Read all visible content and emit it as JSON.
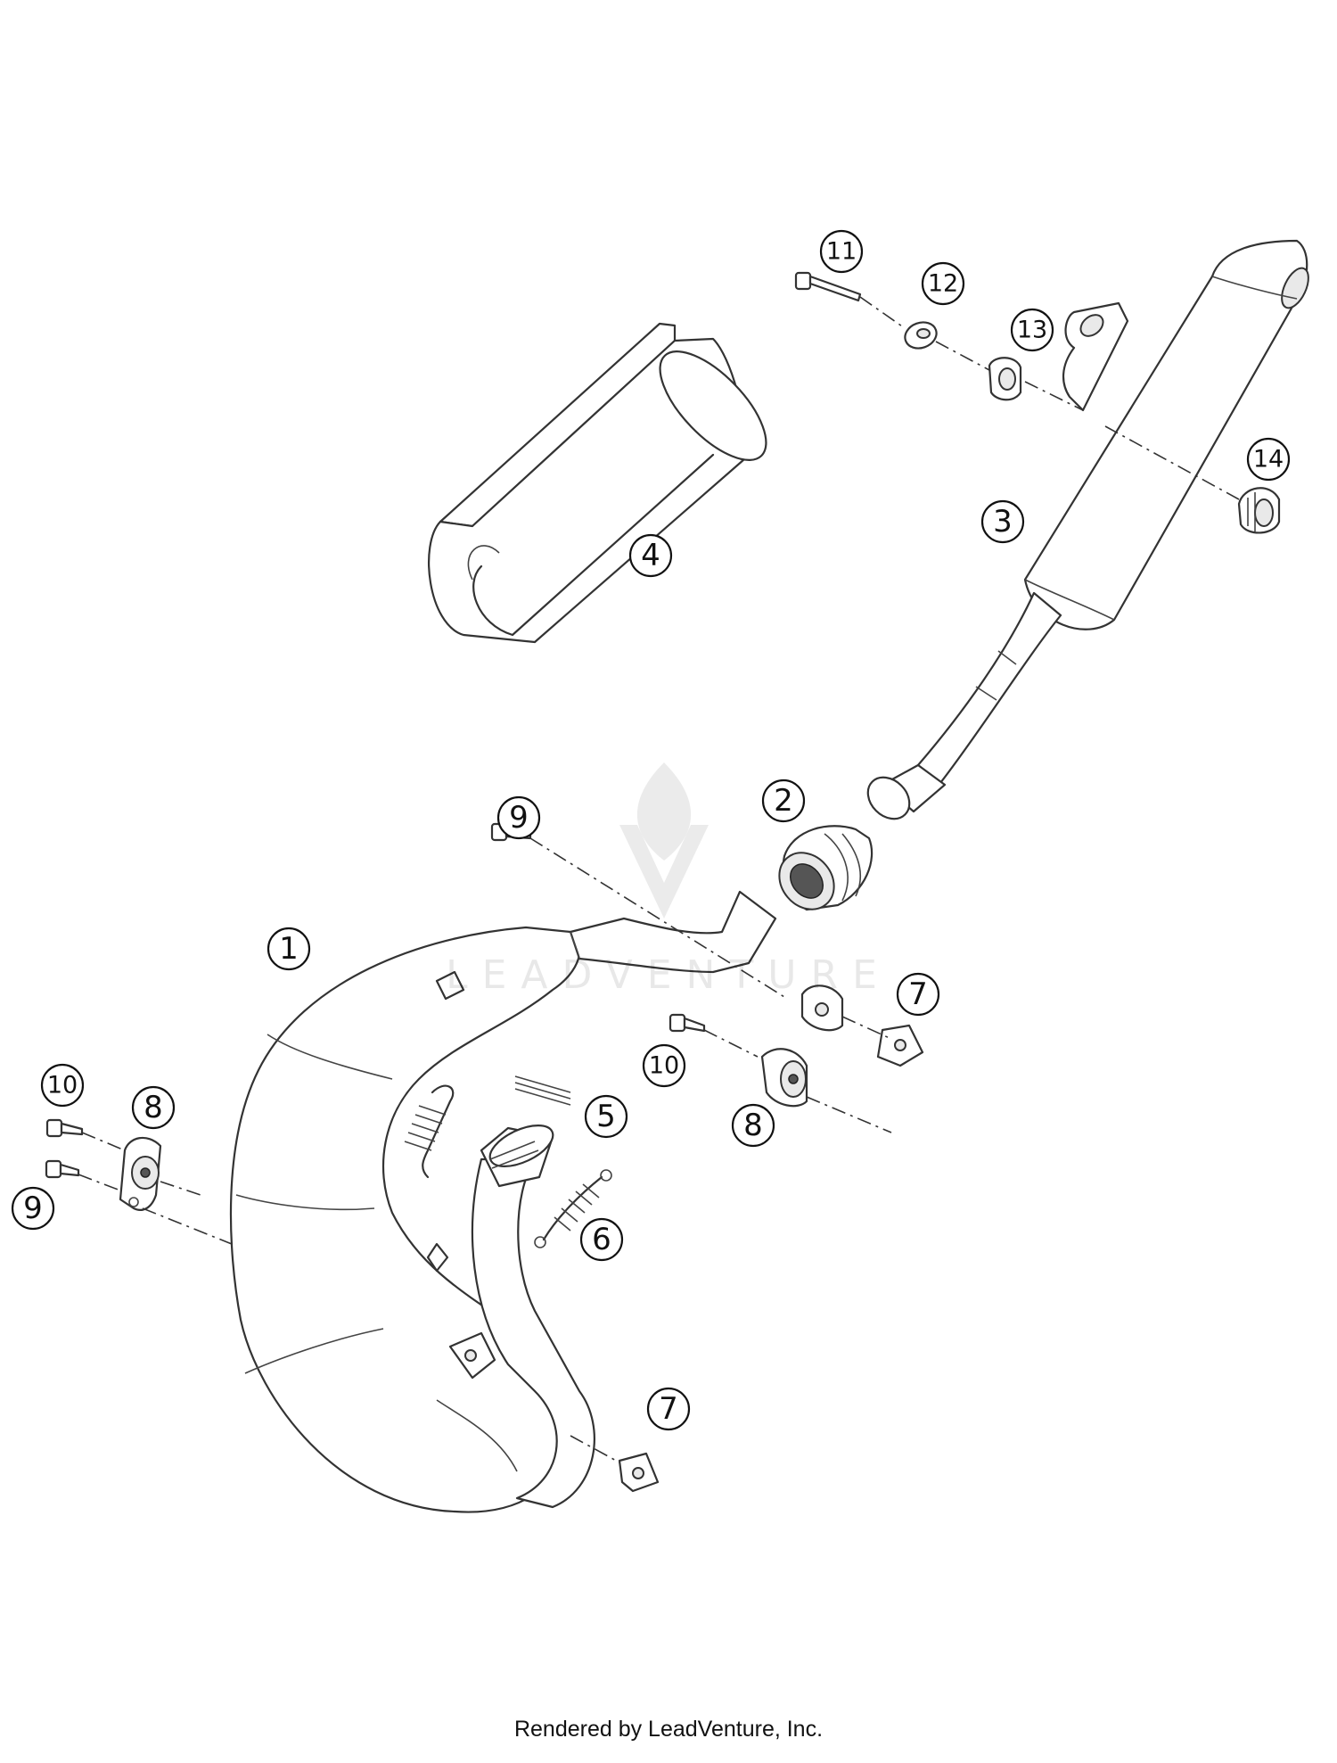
{
  "diagram": {
    "callouts": [
      "1",
      "2",
      "3",
      "4",
      "5",
      "6",
      "7",
      "7",
      "8",
      "8",
      "9",
      "9",
      "10",
      "10",
      "11",
      "12",
      "13",
      "14"
    ]
  },
  "watermark": {
    "text": "LEADVENTURE"
  },
  "footer": {
    "text": "Rendered by LeadVenture, Inc."
  }
}
